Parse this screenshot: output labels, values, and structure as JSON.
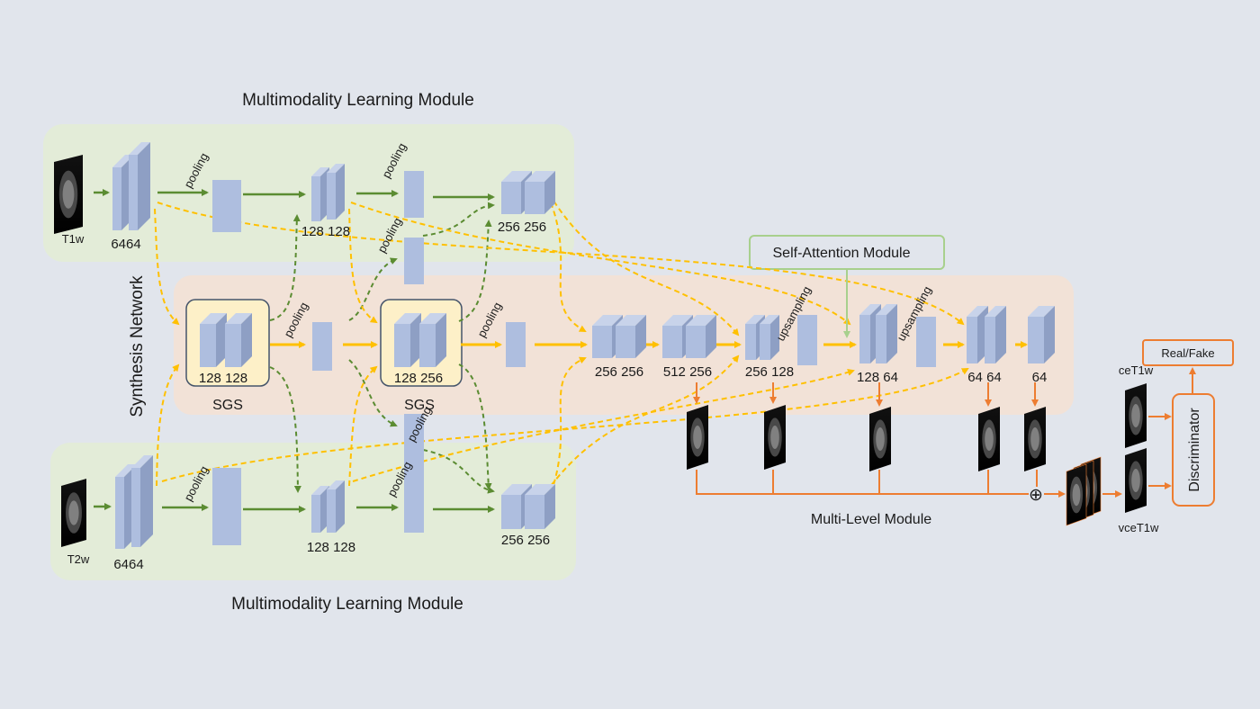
{
  "titles": {
    "top_module": "Multimodality Learning Module",
    "bottom_module": "Multimodality Learning Module",
    "synthesis": "Synthesis Network",
    "self_attention": "Self-Attention Module",
    "multi_level": "Multi-Level Module",
    "discriminator": "Discriminator",
    "real_fake": "Real/Fake"
  },
  "inputs": {
    "t1w": "T1w",
    "t2w": "T2w"
  },
  "outputs": {
    "cet1w": "ceT1w",
    "vcet1w": "vceT1w"
  },
  "channel_labels": {
    "t1_c1": "6464",
    "t1_c2": "128 128",
    "t1_c3": "256 256",
    "t2_c1": "6464",
    "t2_c2": "128 128",
    "t2_c3": "256 256",
    "sgs1": "128 128",
    "sgs2": "128 256",
    "mid1": "256 256",
    "mid2": "512 256",
    "mid3": "256 128",
    "dec1": "128 64",
    "dec2": "64 64",
    "dec3": "64"
  },
  "op_labels": {
    "pooling": "pooling",
    "upsampling": "upsampling",
    "sgs": "SGS"
  },
  "symbols": {
    "plus": "⊕"
  },
  "colors": {
    "green_arrow": "#5b8c32",
    "yellow_arrow": "#ffc000",
    "orange_arrow": "#ed7d31",
    "block": "#aebedf",
    "top_panel": "#e3ecd8",
    "mid_panel": "#f2e2d7",
    "sgs_fill": "#fdf0c8"
  }
}
